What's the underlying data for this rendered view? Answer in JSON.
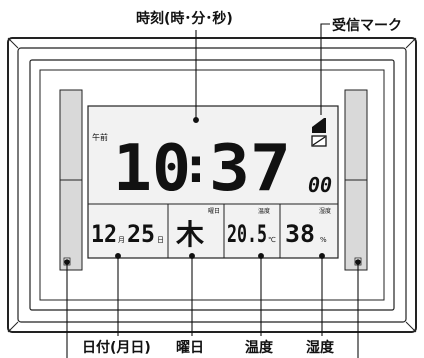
{
  "callouts": {
    "time": "時刻(時･分･秒)",
    "signal": "受信マーク",
    "date": "日付(月日)",
    "weekday": "曜日",
    "temperature": "温度",
    "humidity": "湿度"
  },
  "display": {
    "am_pm": "午前",
    "hour": "10",
    "colon": ":",
    "minute": "37",
    "second": "00",
    "month": "12",
    "month_unit": "月",
    "day": "25",
    "day_unit": "日",
    "weekday": "木",
    "weekday_tag": "曜日",
    "temp": "20.5",
    "temp_tag": "温度",
    "temp_unit": "℃",
    "humidity": "38",
    "humidity_tag": "湿度",
    "humidity_unit": "%"
  }
}
